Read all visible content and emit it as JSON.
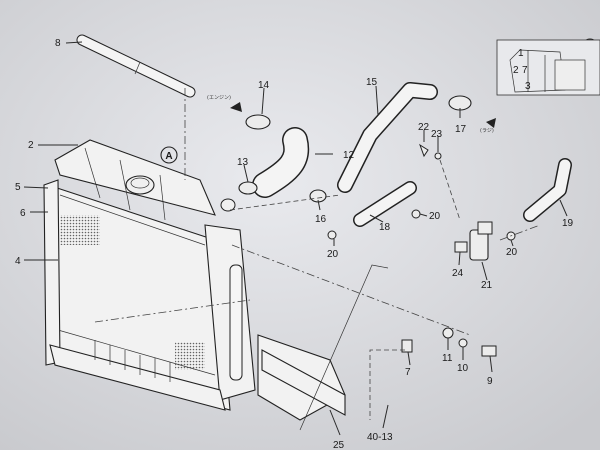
{
  "diagram": {
    "callouts": [
      {
        "id": "c8",
        "text": "8"
      },
      {
        "id": "c2",
        "text": "2"
      },
      {
        "id": "c5",
        "text": "5"
      },
      {
        "id": "c6",
        "text": "6"
      },
      {
        "id": "c4",
        "text": "4"
      },
      {
        "id": "c14",
        "text": "14"
      },
      {
        "id": "c13",
        "text": "13"
      },
      {
        "id": "c12",
        "text": "12"
      },
      {
        "id": "c15",
        "text": "15"
      },
      {
        "id": "c16",
        "text": "16"
      },
      {
        "id": "c20a",
        "text": "20"
      },
      {
        "id": "c18",
        "text": "18"
      },
      {
        "id": "c22",
        "text": "22"
      },
      {
        "id": "c23",
        "text": "23"
      },
      {
        "id": "c17",
        "text": "17"
      },
      {
        "id": "c20b",
        "text": "20"
      },
      {
        "id": "c20c",
        "text": "20"
      },
      {
        "id": "c24",
        "text": "24"
      },
      {
        "id": "c21",
        "text": "21"
      },
      {
        "id": "c19",
        "text": "19"
      },
      {
        "id": "c7",
        "text": "7"
      },
      {
        "id": "c11",
        "text": "11"
      },
      {
        "id": "c10",
        "text": "10"
      },
      {
        "id": "c9",
        "text": "9"
      },
      {
        "id": "c25",
        "text": "25"
      },
      {
        "id": "c4013",
        "text": "40-13"
      },
      {
        "id": "i1",
        "text": "1"
      },
      {
        "id": "i2",
        "text": "2"
      },
      {
        "id": "i7",
        "text": "7"
      },
      {
        "id": "i3",
        "text": "3"
      }
    ],
    "ref_marks": [
      {
        "id": "refA1",
        "text": "A"
      },
      {
        "id": "refA2",
        "text": "A"
      }
    ],
    "notes": [
      {
        "id": "n1",
        "text": "(エンジン)"
      },
      {
        "id": "n2",
        "text": "(ラジ)"
      }
    ]
  }
}
